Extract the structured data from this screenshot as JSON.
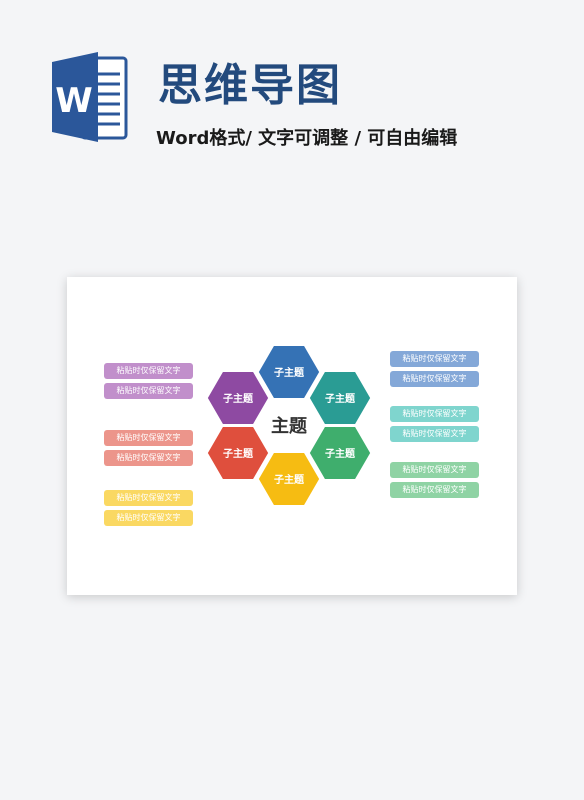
{
  "header": {
    "title": "思维导图",
    "subtitle": "Word格式/ 文字可调整 / 可自由编辑",
    "logo_letter": "W",
    "logo_icon": "word-document-icon",
    "logo_color": "#2b579a"
  },
  "mindmap": {
    "center": "主题",
    "subtopics": [
      {
        "label": "子主题",
        "color": "#3572b5"
      },
      {
        "label": "子主题",
        "color": "#8e4aa2"
      },
      {
        "label": "子主题",
        "color": "#2a9c94"
      },
      {
        "label": "子主题",
        "color": "#df4f3d"
      },
      {
        "label": "子主题",
        "color": "#3fae6d"
      },
      {
        "label": "子主题",
        "color": "#f6bc12"
      }
    ],
    "left_tags": [
      {
        "text": "粘贴时仅保留文字",
        "color": "#c18fcb"
      },
      {
        "text": "粘贴时仅保留文字",
        "color": "#c18fcb"
      },
      {
        "text": "粘贴时仅保留文字",
        "color": "#ec958b"
      },
      {
        "text": "粘贴时仅保留文字",
        "color": "#ec958b"
      },
      {
        "text": "粘贴时仅保留文字",
        "color": "#fad862"
      },
      {
        "text": "粘贴时仅保留文字",
        "color": "#fad862"
      }
    ],
    "right_tags": [
      {
        "text": "粘贴时仅保留文字",
        "color": "#84a8d8"
      },
      {
        "text": "粘贴时仅保留文字",
        "color": "#84a8d8"
      },
      {
        "text": "粘贴时仅保留文字",
        "color": "#7fd5ce"
      },
      {
        "text": "粘贴时仅保留文字",
        "color": "#7fd5ce"
      },
      {
        "text": "粘贴时仅保留文字",
        "color": "#8fd3a4"
      },
      {
        "text": "粘贴时仅保留文字",
        "color": "#8fd3a4"
      }
    ]
  }
}
